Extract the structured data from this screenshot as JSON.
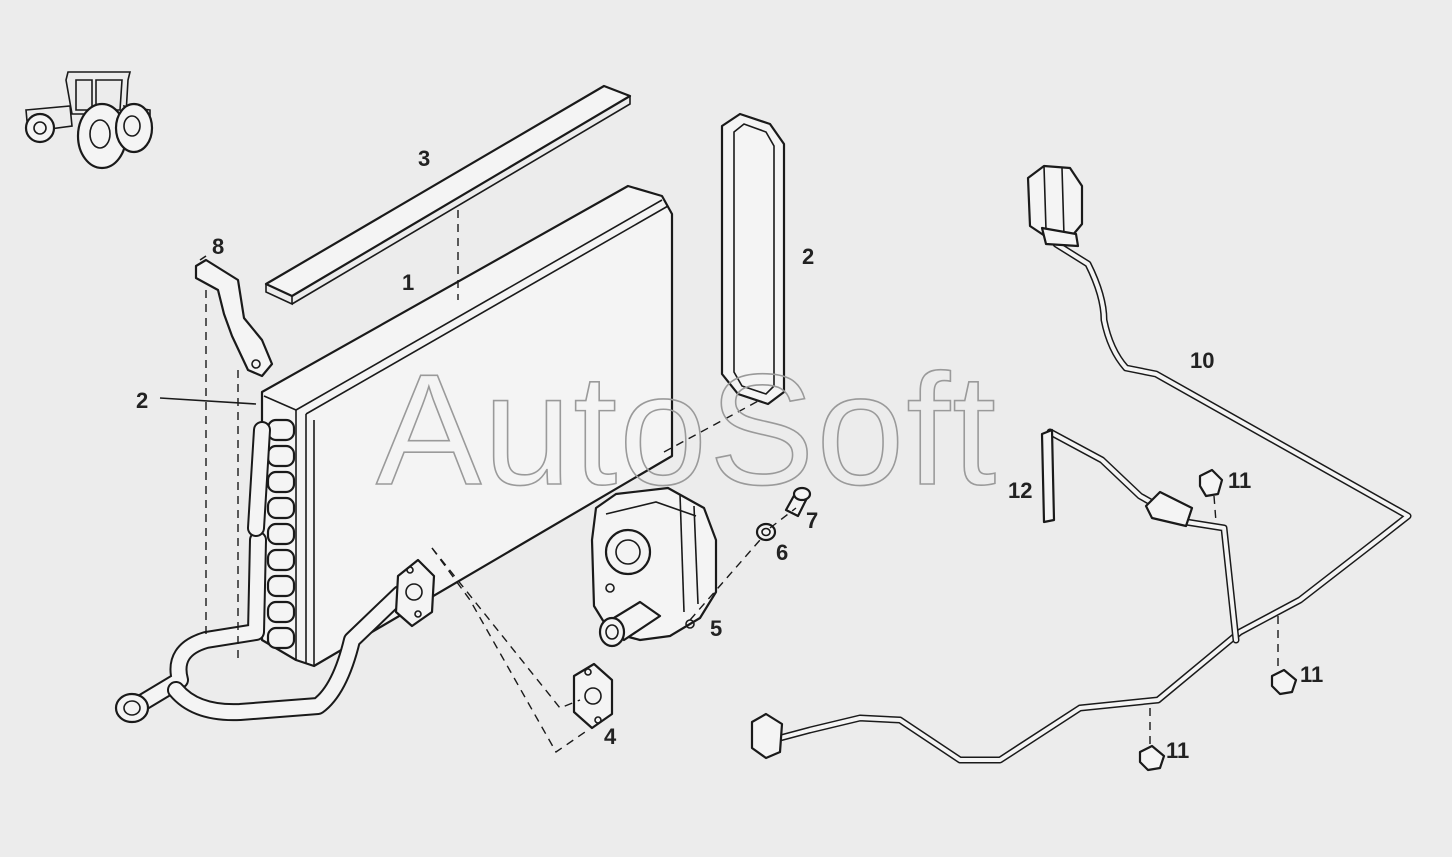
{
  "watermark": {
    "text": "AutoSoft"
  },
  "callouts": [
    {
      "id": "c1",
      "label": "1"
    },
    {
      "id": "c2a",
      "label": "2"
    },
    {
      "id": "c2b",
      "label": "2"
    },
    {
      "id": "c3",
      "label": "3"
    },
    {
      "id": "c4",
      "label": "4"
    },
    {
      "id": "c5",
      "label": "5"
    },
    {
      "id": "c6",
      "label": "6"
    },
    {
      "id": "c7",
      "label": "7"
    },
    {
      "id": "c8",
      "label": "8"
    },
    {
      "id": "c10",
      "label": "10"
    },
    {
      "id": "c11a",
      "label": "11"
    },
    {
      "id": "c11b",
      "label": "11"
    },
    {
      "id": "c11c",
      "label": "11"
    },
    {
      "id": "c12",
      "label": "12"
    }
  ],
  "icons": {
    "tractor": "tractor-icon"
  }
}
